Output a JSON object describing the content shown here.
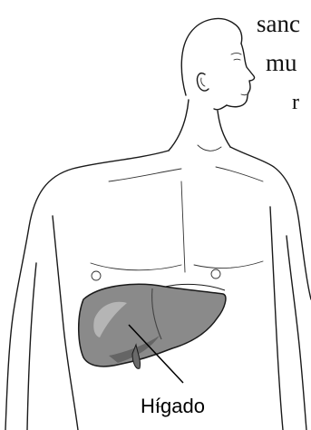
{
  "text_fragments": {
    "line1": "sanc",
    "line2": "mu",
    "line3": "r"
  },
  "organ_label": "Hígado",
  "colors": {
    "liver_fill": "#8a8a8a",
    "liver_dark": "#555555",
    "outline": "#1a1a1a",
    "background": "#ffffff"
  }
}
